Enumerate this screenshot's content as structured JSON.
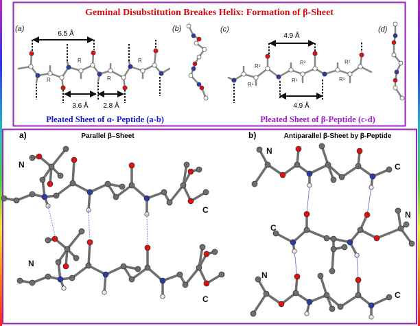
{
  "top_panel": {
    "title": "Geminal Disubstitution Breakes Helix: Formation of β-Sheet",
    "title_color": "#d0101a",
    "panel_labels": {
      "a": "(a)",
      "b": "(b)",
      "c": "(c)",
      "d": "(d)"
    },
    "distances": {
      "a_top": "6.5 Å",
      "a_bottom_1": "3.6 Å",
      "a_bottom_2": "2.8 Å",
      "c_top": "4.9 Å",
      "c_bottom": "4.9 Å"
    },
    "substituents": {
      "r": "R",
      "r1": "R¹",
      "r2": "R²"
    },
    "caption_alpha": "Pleated Sheet of α- Peptide (a-b)",
    "caption_alpha_color": "#1a1ad8",
    "caption_beta": "Pleated Sheet of β-Peptide (c-d)",
    "caption_beta_color": "#a020c8"
  },
  "bottom_panel": {
    "left": {
      "label": "a)",
      "title": "Parallel β–Sheet",
      "termini": {
        "n1": "N",
        "c1": "C",
        "n2": "N",
        "c2": "C"
      }
    },
    "right": {
      "label": "b)",
      "title": "Antiparallel β-Sheet by β-Peptide",
      "termini": {
        "n1": "N",
        "c1": "C",
        "n2": "N",
        "c2": "C",
        "n3": "N",
        "c3": "C"
      }
    }
  },
  "colors": {
    "frame": "#a020c0",
    "carbon": "#6e6e6e",
    "nitrogen": "#2a3aa8",
    "oxygen": "#e01010",
    "hydrogen": "#e8e8e8",
    "hbond": "#8080e0"
  }
}
